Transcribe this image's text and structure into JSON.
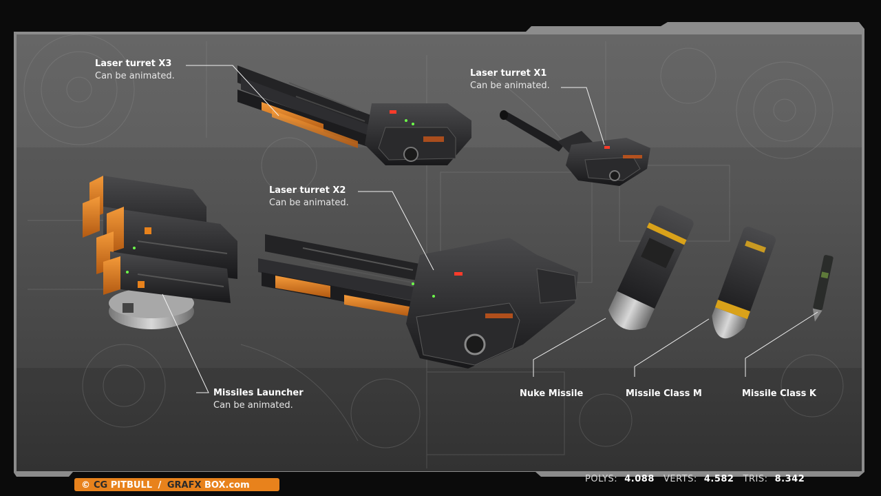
{
  "labels": {
    "laser_x3": {
      "title": "Laser turret X3",
      "sub": "Can be animated."
    },
    "laser_x1": {
      "title": "Laser turret X1",
      "sub": "Can be animated."
    },
    "laser_x2": {
      "title": "Laser turret X2",
      "sub": "Can be animated."
    },
    "missiles_launcher": {
      "title": "Missiles Launcher",
      "sub": "Can be animated."
    },
    "nuke_missile": {
      "title": "Nuke Missile"
    },
    "missile_m": {
      "title": "Missile Class M"
    },
    "missile_k": {
      "title": "Missile Class K"
    }
  },
  "footer": {
    "copyright": "©",
    "brand_cg": "CG",
    "brand_pitbull": "PITBULL",
    "slash": "/",
    "brand_grafx": "GRAFX",
    "brand_box": "BOX.com",
    "stats": {
      "polys_label": "POLYS:",
      "polys_value": "4.088",
      "verts_label": "VERTS:",
      "verts_value": "4.582",
      "tris_label": "TRIS:",
      "tris_value": "8.342"
    }
  },
  "colors": {
    "accent_orange": "#e8821c",
    "panel": "#5a5a5a",
    "panel_dark": "#3e3e3e",
    "frame": "#8a8a8a",
    "missile_yellow": "#d9a21a"
  }
}
